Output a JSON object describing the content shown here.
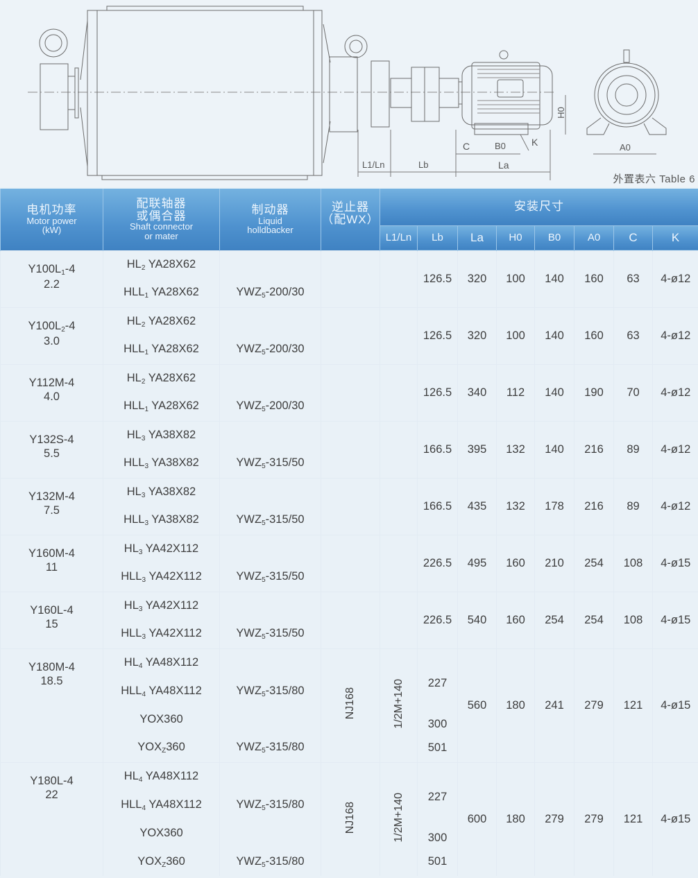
{
  "caption": "外置表六  Table 6",
  "drawing": {
    "labels": {
      "L1Ln": "L1/Ln",
      "Lb": "Lb",
      "La": "La",
      "C": "C",
      "B0": "B0",
      "K": "K",
      "H0": "H0",
      "A0": "A0"
    }
  },
  "header": {
    "motor_power_cn": "电机功率",
    "motor_power_en": "Motor power",
    "motor_power_unit": "(kW)",
    "shaft_cn_1": "配联轴器",
    "shaft_cn_2": "或偶合器",
    "shaft_en_1": "Shaft connector",
    "shaft_en_2": "or mater",
    "brake_cn": "制动器",
    "brake_en_1": "Liquid",
    "brake_en_2": "holldbacker",
    "backstop_cn": "逆止器",
    "backstop_sub": "（配WX）",
    "install_dims": "安装尺寸",
    "cols": [
      "L1/Ln",
      "Lb",
      "La",
      "H0",
      "B0",
      "A0",
      "C",
      "K"
    ]
  },
  "rows": [
    {
      "motor_model": "Y100L1-4",
      "power": "2.2",
      "couplings": [
        {
          "text": "HL2 YA28X62",
          "brake": ""
        },
        {
          "text": "HLL1 YA28X62",
          "brake": "YWZ5-200/30"
        }
      ],
      "backstop": "",
      "L1Ln": "",
      "Lb": "126.5",
      "La": "320",
      "H0": "100",
      "B0": "140",
      "A0": "160",
      "C": "63",
      "K": "4-ø12"
    },
    {
      "motor_model": "Y100L2-4",
      "power": "3.0",
      "couplings": [
        {
          "text": "HL2 YA28X62",
          "brake": ""
        },
        {
          "text": "HLL1 YA28X62",
          "brake": "YWZ5-200/30"
        }
      ],
      "backstop": "",
      "L1Ln": "",
      "Lb": "126.5",
      "La": "320",
      "H0": "100",
      "B0": "140",
      "A0": "160",
      "C": "63",
      "K": "4-ø12"
    },
    {
      "motor_model": "Y112M-4",
      "power": "4.0",
      "couplings": [
        {
          "text": "HL2 YA28X62",
          "brake": ""
        },
        {
          "text": "HLL1 YA28X62",
          "brake": "YWZ5-200/30"
        }
      ],
      "backstop": "",
      "L1Ln": "",
      "Lb": "126.5",
      "La": "340",
      "H0": "112",
      "B0": "140",
      "A0": "190",
      "C": "70",
      "K": "4-ø12"
    },
    {
      "motor_model": "Y132S-4",
      "power": "5.5",
      "couplings": [
        {
          "text": "HL3 YA38X82",
          "brake": ""
        },
        {
          "text": "HLL3 YA38X82",
          "brake": "YWZ5-315/50"
        }
      ],
      "backstop": "",
      "L1Ln": "",
      "Lb": "166.5",
      "La": "395",
      "H0": "132",
      "B0": "140",
      "A0": "216",
      "C": "89",
      "K": "4-ø12"
    },
    {
      "motor_model": "Y132M-4",
      "power": "7.5",
      "couplings": [
        {
          "text": "HL3 YA38X82",
          "brake": ""
        },
        {
          "text": "HLL3 YA38X82",
          "brake": "YWZ5-315/50"
        }
      ],
      "backstop": "",
      "L1Ln": "",
      "Lb": "166.5",
      "La": "435",
      "H0": "132",
      "B0": "178",
      "A0": "216",
      "C": "89",
      "K": "4-ø12"
    },
    {
      "motor_model": "Y160M-4",
      "power": "11",
      "couplings": [
        {
          "text": "HL3 YA42X112",
          "brake": ""
        },
        {
          "text": "HLL3 YA42X112",
          "brake": "YWZ5-315/50"
        }
      ],
      "backstop": "",
      "L1Ln": "",
      "Lb": "226.5",
      "La": "495",
      "H0": "160",
      "B0": "210",
      "A0": "254",
      "C": "108",
      "K": "4-ø15"
    },
    {
      "motor_model": "Y160L-4",
      "power": "15",
      "couplings": [
        {
          "text": "HL3 YA42X112",
          "brake": ""
        },
        {
          "text": "HLL3 YA42X112",
          "brake": "YWZ5-315/50"
        }
      ],
      "backstop": "",
      "L1Ln": "",
      "Lb": "226.5",
      "La": "540",
      "H0": "160",
      "B0": "254",
      "A0": "254",
      "C": "108",
      "K": "4-ø15"
    },
    {
      "motor_model": "Y180M-4",
      "power": "18.5",
      "couplings": [
        {
          "text": "HL4 YA48X112",
          "brake": ""
        },
        {
          "text": "HLL4 YA48X112",
          "brake": "YWZ5-315/80"
        },
        {
          "text": "YOX360",
          "brake": ""
        },
        {
          "text": "YOXZ360",
          "brake": "YWZ5-315/80"
        }
      ],
      "backstop": "NJ168",
      "L1Ln": "1/2M+140",
      "Lb_values": [
        "227",
        "300",
        "501"
      ],
      "La": "560",
      "H0": "180",
      "B0": "241",
      "A0": "279",
      "C": "121",
      "K": "4-ø15"
    },
    {
      "motor_model": "Y180L-4",
      "power": "22",
      "couplings": [
        {
          "text": "HL4 YA48X112",
          "brake": ""
        },
        {
          "text": "HLL4 YA48X112",
          "brake": "YWZ5-315/80"
        },
        {
          "text": "YOX360",
          "brake": ""
        },
        {
          "text": "YOXZ360",
          "brake": "YWZ5-315/80"
        }
      ],
      "backstop": "NJ168",
      "L1Ln": "1/2M+140",
      "Lb_values": [
        "227",
        "300",
        "501"
      ],
      "La": "600",
      "H0": "180",
      "B0": "279",
      "A0": "279",
      "C": "121",
      "K": "4-ø15"
    }
  ]
}
